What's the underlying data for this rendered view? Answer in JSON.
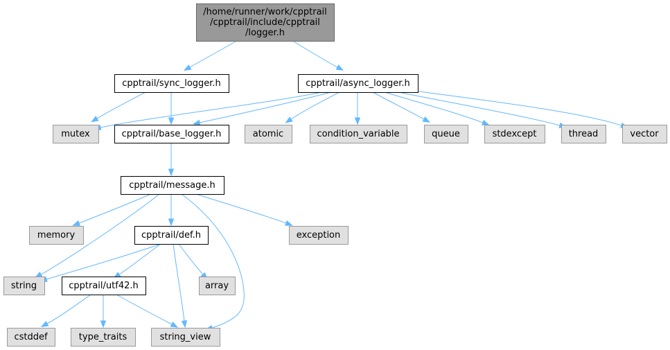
{
  "colors": {
    "root_fill": "#999999",
    "root_stroke": "#666666",
    "project_fill": "#ffffff",
    "project_stroke": "#000000",
    "system_fill": "#e0e0e0",
    "system_stroke": "#999999",
    "edge": "#63b8ff"
  },
  "nodes": [
    {
      "id": "logger_h",
      "kind": "root",
      "lines": [
        "/home/runner/work/cpptrail",
        "/cpptrail/include/cpptrail",
        "/logger.h"
      ]
    },
    {
      "id": "sync_logger_h",
      "kind": "project",
      "lines": [
        "cpptrail/sync_logger.h"
      ]
    },
    {
      "id": "async_logger_h",
      "kind": "project",
      "lines": [
        "cpptrail/async_logger.h"
      ]
    },
    {
      "id": "mutex",
      "kind": "system",
      "lines": [
        "mutex"
      ]
    },
    {
      "id": "base_logger_h",
      "kind": "project",
      "lines": [
        "cpptrail/base_logger.h"
      ]
    },
    {
      "id": "atomic",
      "kind": "system",
      "lines": [
        "atomic"
      ]
    },
    {
      "id": "condition_variable",
      "kind": "system",
      "lines": [
        "condition_variable"
      ]
    },
    {
      "id": "queue",
      "kind": "system",
      "lines": [
        "queue"
      ]
    },
    {
      "id": "stdexcept",
      "kind": "system",
      "lines": [
        "stdexcept"
      ]
    },
    {
      "id": "thread",
      "kind": "system",
      "lines": [
        "thread"
      ]
    },
    {
      "id": "vector",
      "kind": "system",
      "lines": [
        "vector"
      ]
    },
    {
      "id": "message_h",
      "kind": "project",
      "lines": [
        "cpptrail/message.h"
      ]
    },
    {
      "id": "memory",
      "kind": "system",
      "lines": [
        "memory"
      ]
    },
    {
      "id": "def_h",
      "kind": "project",
      "lines": [
        "cpptrail/def.h"
      ]
    },
    {
      "id": "exception",
      "kind": "system",
      "lines": [
        "exception"
      ]
    },
    {
      "id": "string",
      "kind": "system",
      "lines": [
        "string"
      ]
    },
    {
      "id": "utf42_h",
      "kind": "project",
      "lines": [
        "cpptrail/utf42.h"
      ]
    },
    {
      "id": "array",
      "kind": "system",
      "lines": [
        "array"
      ]
    },
    {
      "id": "cstddef",
      "kind": "system",
      "lines": [
        "cstddef"
      ]
    },
    {
      "id": "type_traits",
      "kind": "system",
      "lines": [
        "type_traits"
      ]
    },
    {
      "id": "string_view",
      "kind": "system",
      "lines": [
        "string_view"
      ]
    }
  ],
  "edges": [
    {
      "from": "logger_h",
      "to": "sync_logger_h"
    },
    {
      "from": "logger_h",
      "to": "async_logger_h"
    },
    {
      "from": "sync_logger_h",
      "to": "mutex"
    },
    {
      "from": "sync_logger_h",
      "to": "base_logger_h"
    },
    {
      "from": "async_logger_h",
      "to": "mutex"
    },
    {
      "from": "async_logger_h",
      "to": "base_logger_h"
    },
    {
      "from": "async_logger_h",
      "to": "atomic"
    },
    {
      "from": "async_logger_h",
      "to": "condition_variable"
    },
    {
      "from": "async_logger_h",
      "to": "queue"
    },
    {
      "from": "async_logger_h",
      "to": "stdexcept"
    },
    {
      "from": "async_logger_h",
      "to": "thread"
    },
    {
      "from": "async_logger_h",
      "to": "vector"
    },
    {
      "from": "base_logger_h",
      "to": "message_h"
    },
    {
      "from": "message_h",
      "to": "memory"
    },
    {
      "from": "message_h",
      "to": "string"
    },
    {
      "from": "message_h",
      "to": "def_h"
    },
    {
      "from": "message_h",
      "to": "exception"
    },
    {
      "from": "message_h",
      "to": "string_view"
    },
    {
      "from": "def_h",
      "to": "string"
    },
    {
      "from": "def_h",
      "to": "utf42_h"
    },
    {
      "from": "def_h",
      "to": "array"
    },
    {
      "from": "def_h",
      "to": "string_view"
    },
    {
      "from": "utf42_h",
      "to": "cstddef"
    },
    {
      "from": "utf42_h",
      "to": "type_traits"
    },
    {
      "from": "utf42_h",
      "to": "string_view"
    }
  ]
}
